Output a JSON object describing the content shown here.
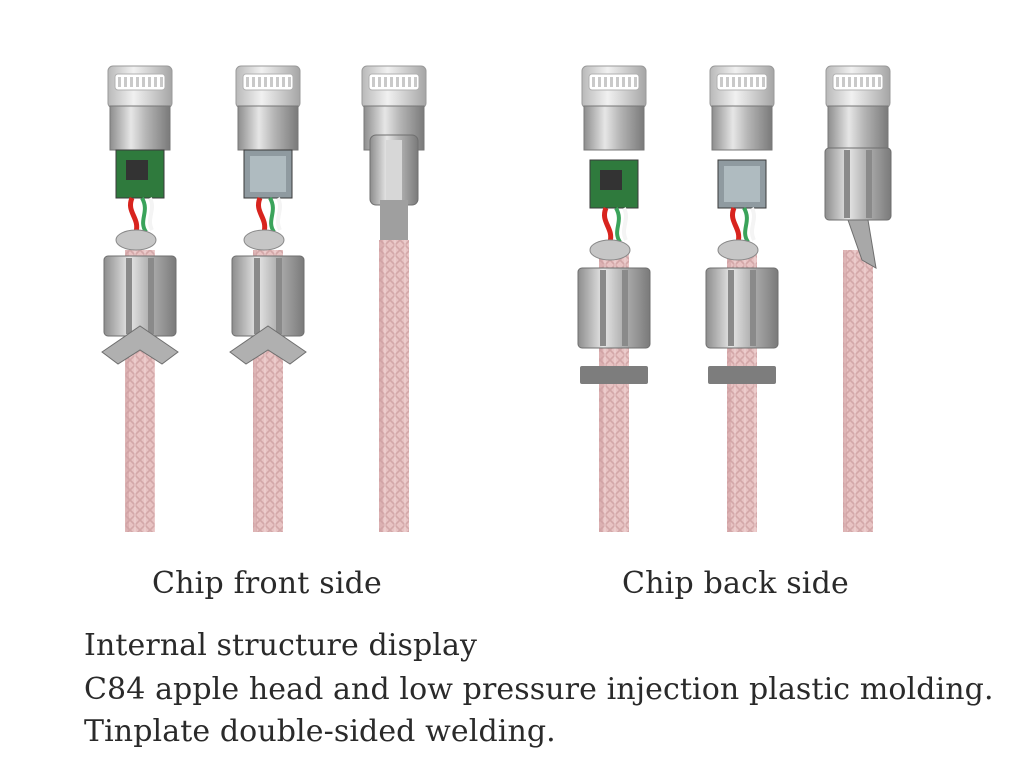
{
  "captions": {
    "front": "Chip front side",
    "back": "Chip back side"
  },
  "description": {
    "lines": [
      "Internal structure display",
      "C84 apple head and low pressure injection plastic molding.",
      "Tinplate double-sided welding."
    ]
  },
  "cables": [
    {
      "group": "front",
      "variant": "chip-exposed"
    },
    {
      "group": "front",
      "variant": "chip-potted"
    },
    {
      "group": "front",
      "variant": "shell-assembled"
    },
    {
      "group": "back",
      "variant": "chip-exposed"
    },
    {
      "group": "back",
      "variant": "chip-potted"
    },
    {
      "group": "back",
      "variant": "shell-assembled"
    }
  ],
  "colors": {
    "braid": "#e8c3c3",
    "braid_dark": "#cfa0a2",
    "metal": "#bdbdbd",
    "metal_dark": "#7a7a7a",
    "connector": "#d9d9d9",
    "pcb": "#2f7a3d",
    "wire_red": "#d8241e",
    "wire_green": "#3aa35a",
    "text": "#2a2a2a"
  }
}
